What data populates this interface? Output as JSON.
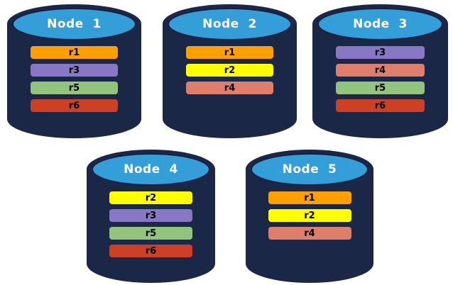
{
  "background": "#FFFFFF",
  "cylinder": {
    "body_color": "#1A2746",
    "top_face_color": "#349ED8",
    "title_color": "#FFFFFF",
    "bar_text_color": "#000000"
  },
  "nodes": [
    {
      "id": "node-1",
      "title": "Node  1",
      "replicas": [
        {
          "label": "r1",
          "color": "#FFA000"
        },
        {
          "label": "r3",
          "color": "#8878C4"
        },
        {
          "label": "r5",
          "color": "#93C47D"
        },
        {
          "label": "r6",
          "color": "#CC4125"
        }
      ]
    },
    {
      "id": "node-2",
      "title": "Node  2",
      "replicas": [
        {
          "label": "r1",
          "color": "#FFA000"
        },
        {
          "label": "r2",
          "color": "#FFFF00"
        },
        {
          "label": "r4",
          "color": "#DE7F6C"
        }
      ]
    },
    {
      "id": "node-3",
      "title": "Node  3",
      "replicas": [
        {
          "label": "r3",
          "color": "#8878C4"
        },
        {
          "label": "r4",
          "color": "#DE7F6C"
        },
        {
          "label": "r5",
          "color": "#93C47D"
        },
        {
          "label": "r6",
          "color": "#CC4125"
        }
      ]
    },
    {
      "id": "node-4",
      "title": "Node  4",
      "replicas": [
        {
          "label": "r2",
          "color": "#FFFF00"
        },
        {
          "label": "r3",
          "color": "#8878C4"
        },
        {
          "label": "r5",
          "color": "#93C47D"
        },
        {
          "label": "r6",
          "color": "#CC4125"
        }
      ]
    },
    {
      "id": "node-5",
      "title": "Node  5",
      "replicas": [
        {
          "label": "r1",
          "color": "#FFA000"
        },
        {
          "label": "r2",
          "color": "#FFFF00"
        },
        {
          "label": "r4",
          "color": "#DE7F6C"
        }
      ]
    }
  ]
}
